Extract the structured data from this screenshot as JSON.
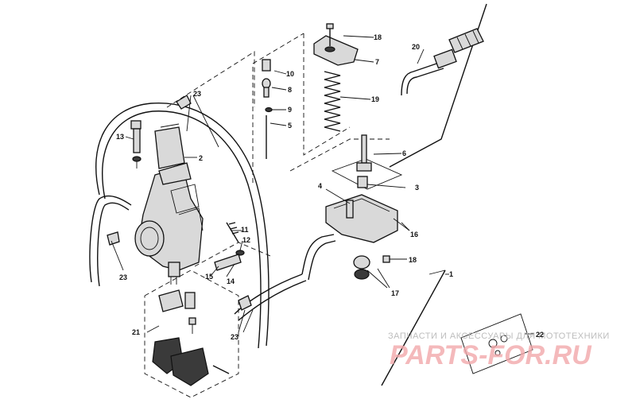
{
  "callouts": [
    {
      "id": "c1",
      "text": "1"
    },
    {
      "id": "c2",
      "text": "2"
    },
    {
      "id": "c3",
      "text": "3"
    },
    {
      "id": "c4",
      "text": "4"
    },
    {
      "id": "c5",
      "text": "5"
    },
    {
      "id": "c6",
      "text": "6"
    },
    {
      "id": "c7",
      "text": "7"
    },
    {
      "id": "c8",
      "text": "8"
    },
    {
      "id": "c9",
      "text": "9"
    },
    {
      "id": "c10",
      "text": "10"
    },
    {
      "id": "c11",
      "text": "11"
    },
    {
      "id": "c12",
      "text": "12"
    },
    {
      "id": "c13",
      "text": "13"
    },
    {
      "id": "c14",
      "text": "14"
    },
    {
      "id": "c15",
      "text": "15"
    },
    {
      "id": "c16",
      "text": "16"
    },
    {
      "id": "c17",
      "text": "17"
    },
    {
      "id": "c18a",
      "text": "18"
    },
    {
      "id": "c18b",
      "text": "18"
    },
    {
      "id": "c19",
      "text": "19"
    },
    {
      "id": "c20",
      "text": "20"
    },
    {
      "id": "c21",
      "text": "21"
    },
    {
      "id": "c22",
      "text": "22"
    },
    {
      "id": "c23a",
      "text": "23"
    },
    {
      "id": "c23b",
      "text": "23"
    },
    {
      "id": "c23c",
      "text": "23"
    }
  ],
  "watermark": {
    "tagline": "ЗАПЧАСТИ И АКСЕССУАРЫ ДЛЯ МОТОТЕХНИКИ",
    "brand": "PARTS-FOR.RU"
  },
  "colors": {
    "line": "#111111",
    "part_fill": "#d9d9d9",
    "watermark_brand": "#f2a8ab",
    "watermark_tagline": "#bdbdbd"
  }
}
